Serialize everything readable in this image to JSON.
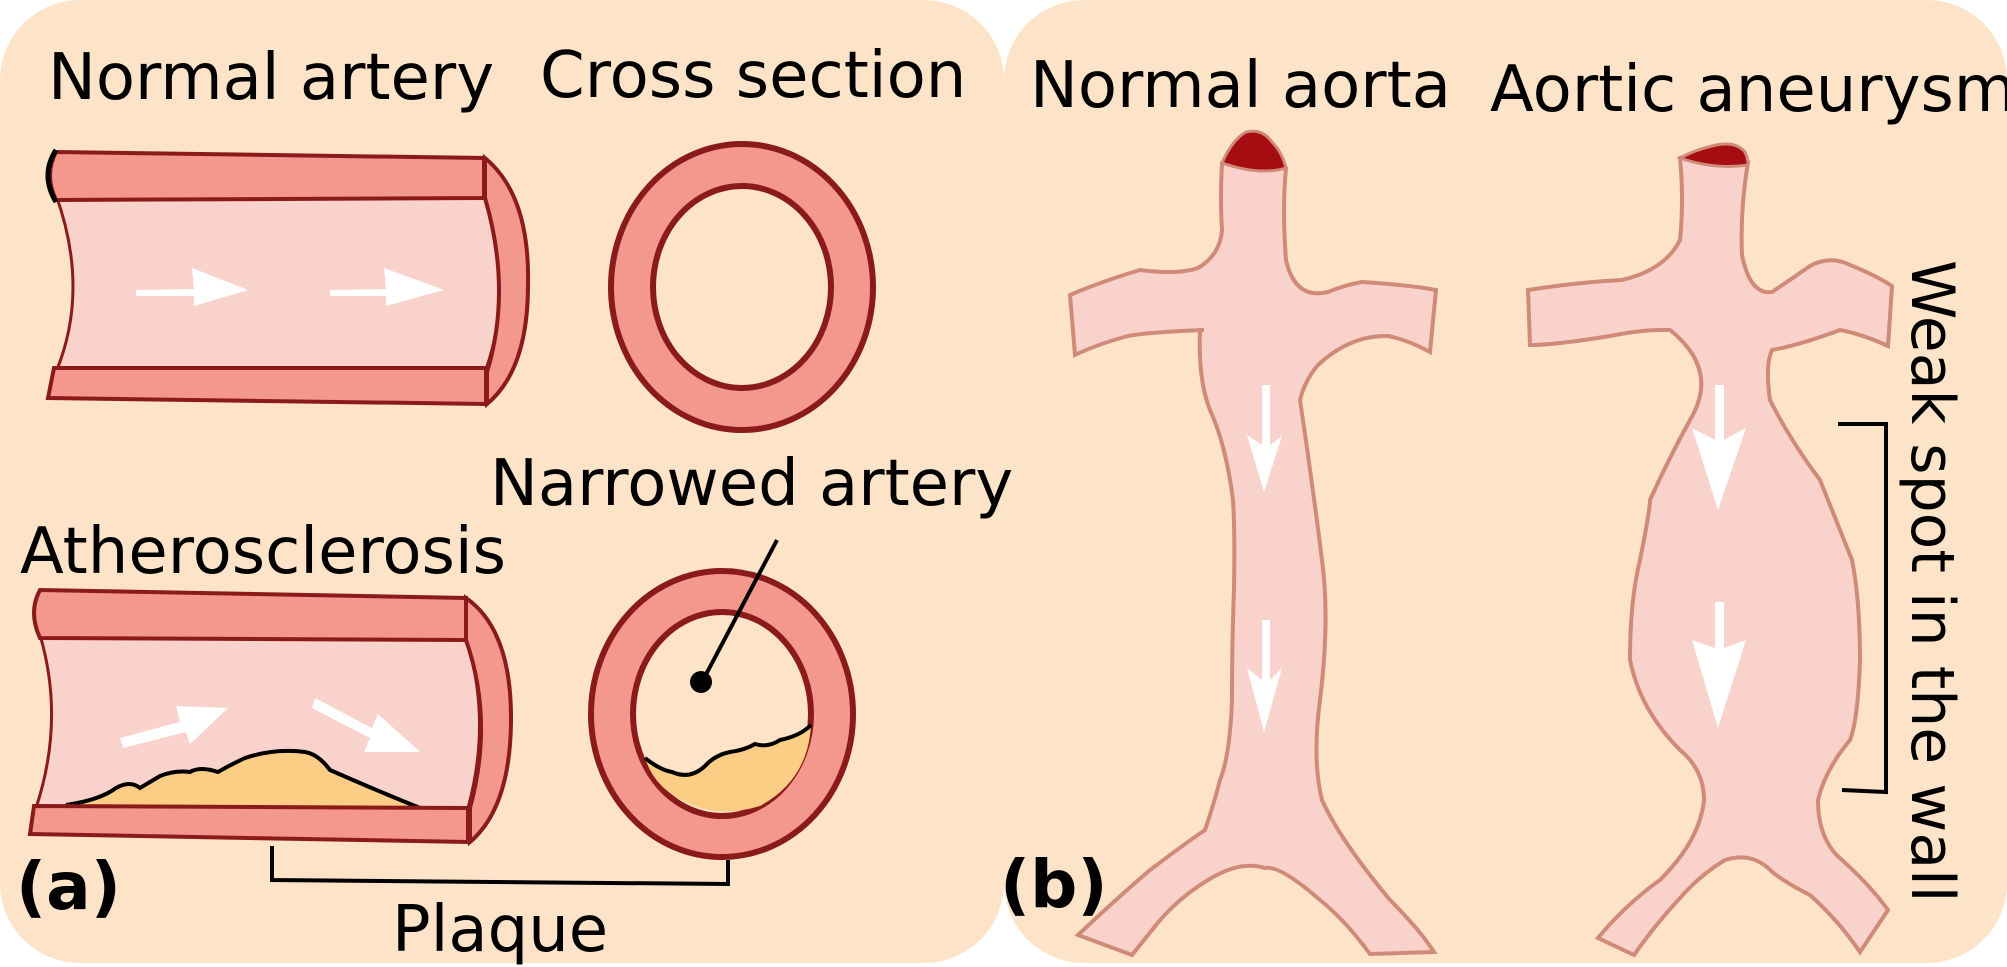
{
  "panel_a": {
    "label": "(a)",
    "normal_artery": "Normal artery",
    "cross_section": "Cross section",
    "atherosclerosis": "Atherosclerosis",
    "narrowed_artery": "Narrowed artery",
    "plaque": "Plaque"
  },
  "panel_b": {
    "label": "(b)",
    "normal_aorta": "Normal aorta",
    "aortic_aneurysm": "Aortic aneurysm",
    "weak_spot": "Weak spot in the wall"
  },
  "colors": {
    "background": "#fde3c8",
    "vessel_wall": "#f4978c",
    "wall_outline": "#8b1a1a",
    "lumen": "#fad2cc",
    "plaque": "#fbcd85",
    "aorta_outline": "#d08a78",
    "blood": "#a50d12",
    "arrow": "#ffffff"
  }
}
